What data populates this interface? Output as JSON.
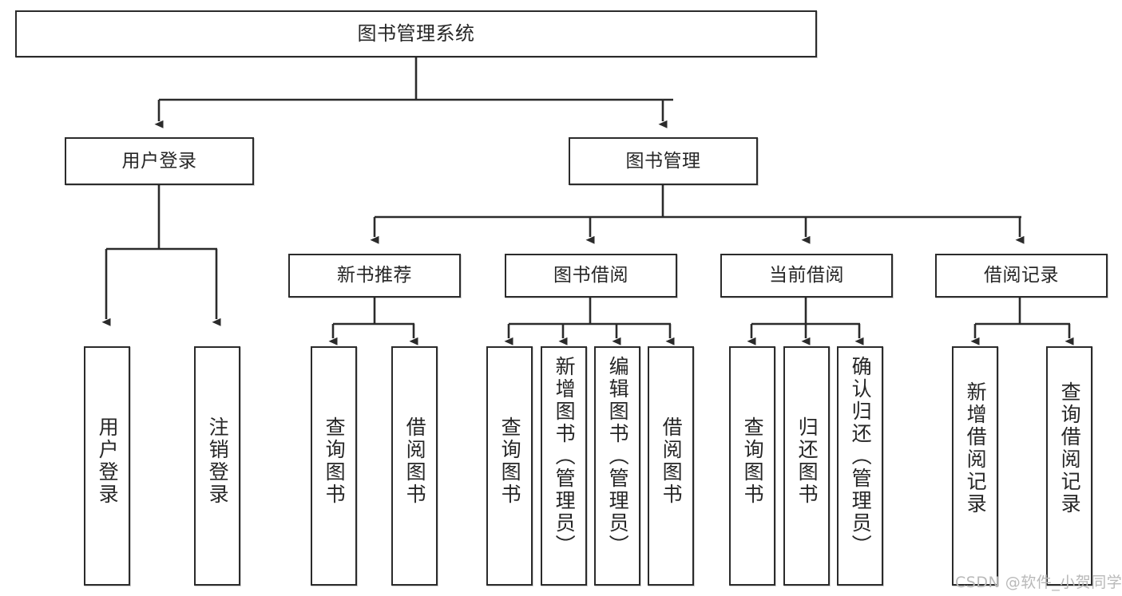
{
  "diagram": {
    "title": "图书管理系统",
    "type": "tree-hierarchy-chart",
    "watermark": "CSDN @软件_小贺同学",
    "colors": {
      "stroke": "#2b2b2b",
      "fill": "#ffffff",
      "text": "#262626",
      "watermark": "#b9b9b9"
    },
    "nodes": {
      "root": "图书管理系统",
      "level1": {
        "user_login": "用户登录",
        "book_manage": "图书管理"
      },
      "level2": {
        "new_book_rec": "新书推荐",
        "book_borrow": "图书借阅",
        "current_borrow": "当前借阅",
        "borrow_record": "借阅记录"
      },
      "leaves": {
        "user_login_1": "用户登录",
        "user_login_2": "注销登录",
        "new_book_rec_1": "查询图书",
        "new_book_rec_2": "借阅图书",
        "book_borrow_1": "查询图书",
        "book_borrow_2": "新增图书（管理员）",
        "book_borrow_3": "编辑图书（管理员）",
        "book_borrow_4": "借阅图书",
        "current_borrow_1": "查询图书",
        "current_borrow_2": "归还图书",
        "current_borrow_3": "确认归还（管理员）",
        "borrow_record_1": "新增借阅记录",
        "borrow_record_2": "查询借阅记录"
      }
    }
  }
}
